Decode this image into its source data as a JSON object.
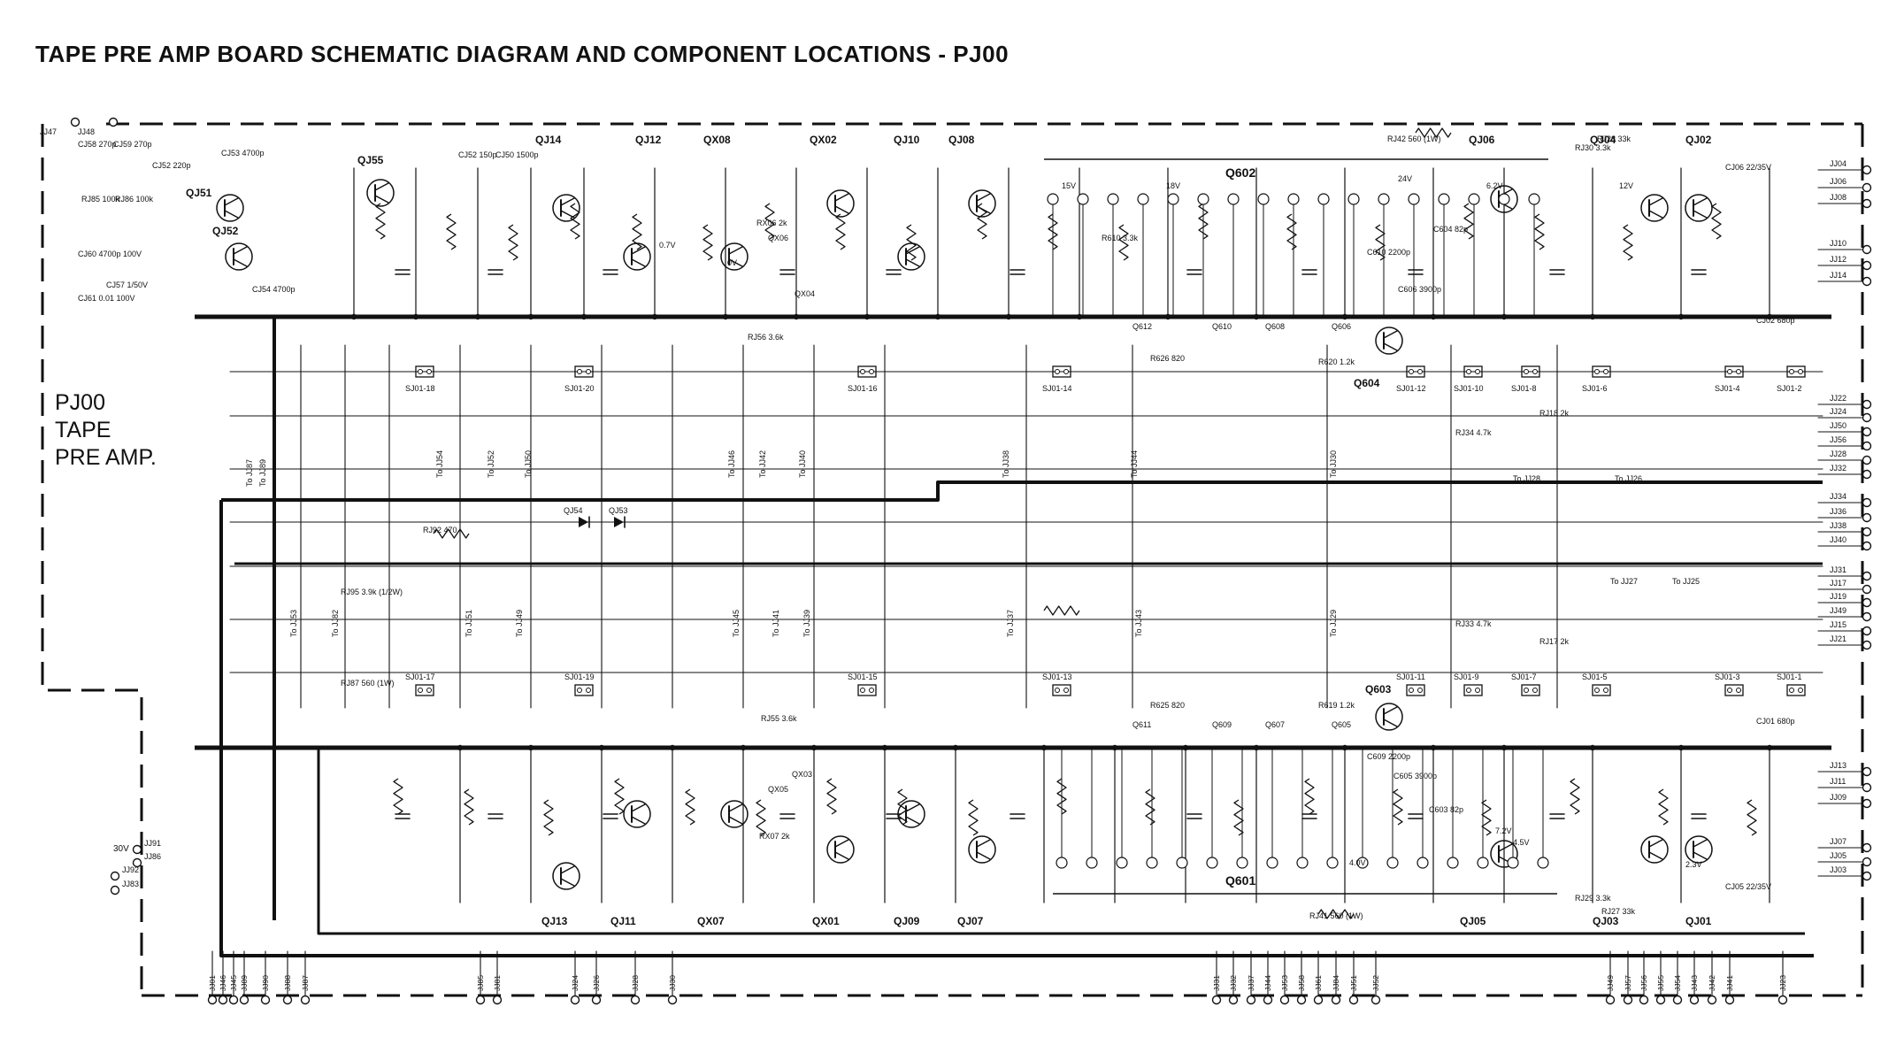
{
  "title": "TAPE PRE AMP BOARD SCHEMATIC DIAGRAM AND COMPONENT LOCATIONS - PJ00",
  "board_label": [
    "PJ00",
    "TAPE",
    "PRE AMP."
  ],
  "diagram": {
    "ic_labels": [
      "Q602",
      "Q601"
    ],
    "transistor_labels": [
      "QJ14",
      "QJ12",
      "QX08",
      "QX02",
      "QJ10",
      "QJ08",
      "QJ06",
      "QJ04",
      "QJ02",
      "QJ55",
      "QJ51",
      "QJ52",
      "Q604",
      "QJ13",
      "QJ11",
      "QX07",
      "QX01",
      "QJ09",
      "QJ07",
      "QJ05",
      "QJ03",
      "QJ01",
      "Q603"
    ],
    "diode_labels": [
      "QJ54",
      "QJ53",
      "Q612",
      "Q610",
      "Q608",
      "Q606",
      "Q611",
      "Q609",
      "Q607",
      "Q605",
      "QX06",
      "QX05",
      "QX04",
      "QX03"
    ],
    "resistor_labels": [
      "RJ42 560 (1W)",
      "RJ41 560 (1W)",
      "RJ92 470",
      "RJ95 3.9k (1/2W)",
      "RJ87 560 (1W)",
      "RJ85 100k",
      "RJ86 100k",
      "RJ34 4.7k",
      "RJ33 4.7k",
      "RJ18 2k",
      "RJ17 2k",
      "R610 3.3k",
      "R626 820",
      "R625 820",
      "R620 1.2k",
      "R619 1.2k",
      "RJ28 33k",
      "RJ27 33k",
      "RJ30 3.3k",
      "RJ29 3.3k",
      "RX06 2k",
      "RX07 2k",
      "RJ56 3.6k",
      "RJ55 3.6k"
    ],
    "capacitor_labels": [
      "CJ58 270p",
      "CJ59 270p",
      "CJ52 220p",
      "CJ53 4700p",
      "CJ54 4700p",
      "CJ60 4700p 100V",
      "CJ61 0.01 100V",
      "CJ57 1/50V",
      "CJ50 1500p",
      "CJ52 150p",
      "CJ06 22/35V",
      "CJ05 22/35V",
      "CJ02 680p",
      "CJ01 680p",
      "C604 82p",
      "C603 82p",
      "C606 3900p",
      "C605 3900p",
      "C610 2200p",
      "C609 2200p"
    ],
    "switch_labels": [
      "SJ01-18",
      "SJ01-20",
      "SJ01-16",
      "SJ01-14",
      "SJ01-12",
      "SJ01-10",
      "SJ01-8",
      "SJ01-6",
      "SJ01-4",
      "SJ01-2",
      "SJ01-17",
      "SJ01-19",
      "SJ01-15",
      "SJ01-13",
      "SJ01-11",
      "SJ01-9",
      "SJ01-7",
      "SJ01-5",
      "SJ01-3",
      "SJ01-1"
    ],
    "connector_left": [
      "JJ47",
      "JJ48",
      "JJ91",
      "JJ86",
      "JJ92",
      "JJ83"
    ],
    "connector_right": [
      "JJ04",
      "JJ06",
      "JJ08",
      "JJ10",
      "JJ12",
      "JJ14",
      "JJ22",
      "JJ24",
      "JJ50",
      "JJ56",
      "JJ28",
      "JJ32",
      "JJ34",
      "JJ36",
      "JJ38",
      "JJ40",
      "JJ31",
      "JJ17",
      "JJ19",
      "JJ49",
      "JJ15",
      "JJ21",
      "JJ13",
      "JJ11",
      "JJ09",
      "JJ07",
      "JJ05",
      "JJ03"
    ],
    "connector_bottom": [
      "JJ01",
      "JJ46",
      "JJ45",
      "JJ89",
      "JJ90",
      "JJ88",
      "JJ87",
      "JJ85",
      "JJ81",
      "JJ24",
      "JJ26",
      "JJ28",
      "JJ30",
      "JJ31",
      "JJ32",
      "JJ37",
      "JJ44",
      "JJ53",
      "JJ58",
      "JJ61",
      "JJ84",
      "JJ51",
      "JJ52",
      "JJ49",
      "JJ57",
      "JJ56",
      "JJ55",
      "JJ54",
      "JJ43",
      "JJ42",
      "JJ41",
      "JJ23"
    ],
    "voltage_labels": [
      "30V",
      "15V",
      "18V",
      "24V",
      "6.2V",
      "12V",
      "4.0V",
      "7.2V",
      "4.5V",
      "2.3V",
      "0.7V",
      "0V"
    ],
    "wire_labels": [
      "To JJ87",
      "To JJ89",
      "To JJ54",
      "To JJ52",
      "To JJ50",
      "To JJ46",
      "To JJ42",
      "To JJ40",
      "To JJ38",
      "To JJ44",
      "To JJ30",
      "To JJ28",
      "To JJ26",
      "To JJ53",
      "To JJ82",
      "To JJ51",
      "To JJ49",
      "To JJ45",
      "To JJ41",
      "To JJ39",
      "To JJ37",
      "To JJ43",
      "To JJ29",
      "To JJ27",
      "To JJ25"
    ]
  }
}
